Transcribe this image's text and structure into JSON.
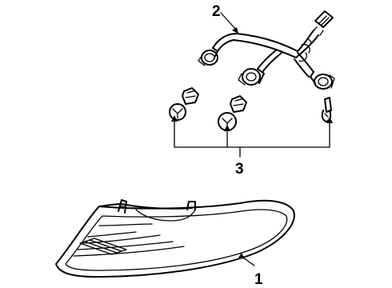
{
  "diagram": {
    "callouts": [
      {
        "id": "1",
        "text": "1"
      },
      {
        "id": "2",
        "text": "2"
      },
      {
        "id": "3",
        "text": "3"
      }
    ],
    "colors": {
      "ink": "#000000",
      "paper": "#ffffff"
    }
  }
}
